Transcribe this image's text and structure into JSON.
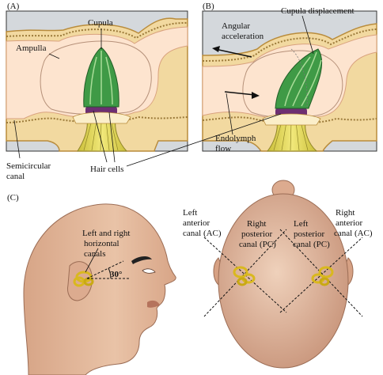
{
  "panels": {
    "a": {
      "letter": "(A)",
      "cupula": "Cupula",
      "ampulla": "Ampulla"
    },
    "b": {
      "letter": "(B)",
      "cupula_displacement": "Cupula displacement",
      "angular_1": "Angular",
      "angular_2": "acceleration",
      "endolymph_1": "Endolymph",
      "endolymph_2": "flow"
    },
    "shared": {
      "semicircular_1": "Semicircular",
      "semicircular_2": "canal",
      "hair_cells": "Hair cells"
    },
    "c": {
      "letter": "(C)",
      "horizontal_1": "Left and right",
      "horizontal_2": "horizontal",
      "horizontal_3": "canals",
      "angle": "30°",
      "left_ac_1": "Left",
      "left_ac_2": "anterior",
      "left_ac_3": "canal (AC)",
      "right_pc_1": "Right",
      "right_pc_2": "posterior",
      "right_pc_3": "canal (PC)",
      "left_pc_1": "Left",
      "left_pc_2": "posterior",
      "left_pc_3": "canal (PC)",
      "right_ac_1": "Right",
      "right_ac_2": "anterior",
      "right_ac_3": "canal (AC)"
    }
  },
  "colors": {
    "tissue": "#f2d9a0",
    "tissue_edge": "#b98c3c",
    "lumen": "#fde4cf",
    "lumen_edge": "#d9a27e",
    "cupula": "#3f9a46",
    "cupula_light": "#9fd58f",
    "hair": "#6d2f72",
    "nerve": "#e3d95a",
    "skin": "#e8bda0",
    "skin_shadow": "#c99277",
    "canal_gold": "#d9b81e",
    "box_bg": "#d4d8dc"
  }
}
